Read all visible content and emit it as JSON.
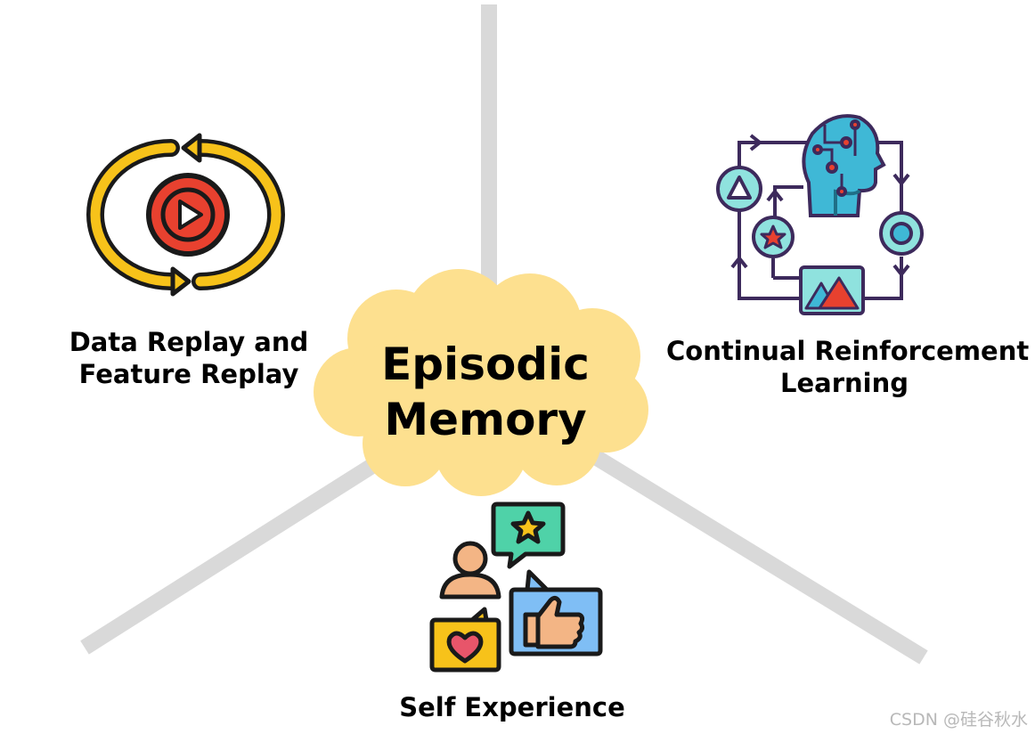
{
  "center": {
    "title_line1": "Episodic",
    "title_line2": "Memory",
    "cloud_color": "#fde08f"
  },
  "branches": {
    "data_replay": {
      "line1": "Data Replay and",
      "line2": "Feature Replay",
      "icon": "replay-cycle-icon"
    },
    "continual_rl": {
      "line1": "Continual Reinforcement",
      "line2": "Learning",
      "icon": "ai-head-cycle-icon"
    },
    "self_experience": {
      "line1": "Self Experience",
      "icon": "social-feedback-icon"
    }
  },
  "connector_color": "#d9d9d9",
  "watermark": "CSDN @硅谷秋水"
}
